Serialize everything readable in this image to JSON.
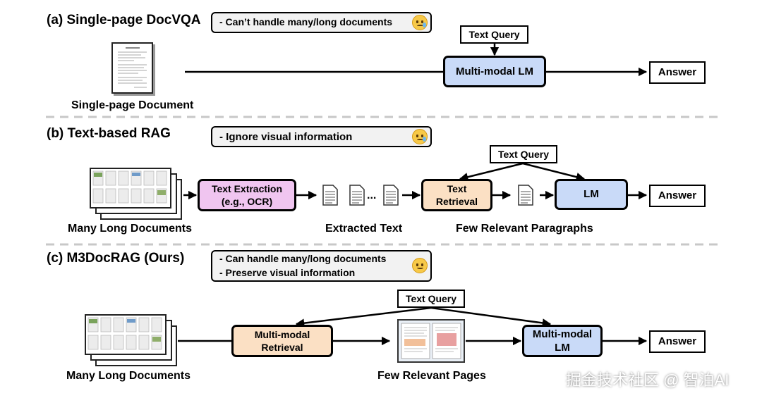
{
  "sections": {
    "a": {
      "title": "(a) Single-page DocVQA",
      "note": "- Can’t handle many/long documents",
      "note_emoji": "sad-face-icon",
      "doc_caption": "Single-page Document",
      "query": "Text Query",
      "lm": "Multi-modal LM",
      "answer": "Answer"
    },
    "b": {
      "title": "(b) Text-based RAG",
      "note": "- Ignore visual information",
      "note_emoji": "sad-face-icon",
      "docs_caption": "Many Long Documents",
      "extraction_line1": "Text Extraction",
      "extraction_line2": "(e.g., OCR)",
      "extracted_caption": "Extracted Text",
      "dots": "...",
      "query": "Text Query",
      "retrieval_line1": "Text",
      "retrieval_line2": "Retrieval",
      "paragraphs_caption": "Few Relevant Paragraphs",
      "lm": "LM",
      "answer": "Answer"
    },
    "c": {
      "title": "(c) M3DocRAG (Ours)",
      "note_line1": "- Can handle many/long documents",
      "note_line2": "- Preserve visual information",
      "note_emoji": "smiling-face-icon",
      "docs_caption": "Many Long Documents",
      "query": "Text Query",
      "retrieval_line1": "Multi-modal",
      "retrieval_line2": "Retrieval",
      "pages_caption": "Few Relevant Pages",
      "lm_line1": "Multi-modal",
      "lm_line2": "LM",
      "answer": "Answer"
    }
  },
  "watermark": "掘金技术社区 @ 智泊AI",
  "colors": {
    "multimodal_lm": "#c9daf8",
    "text_extraction": "#f0c5f0",
    "retrieval": "#fbe0c4",
    "note_bg": "#f2f2f2",
    "divider": "#c8c8c8"
  }
}
